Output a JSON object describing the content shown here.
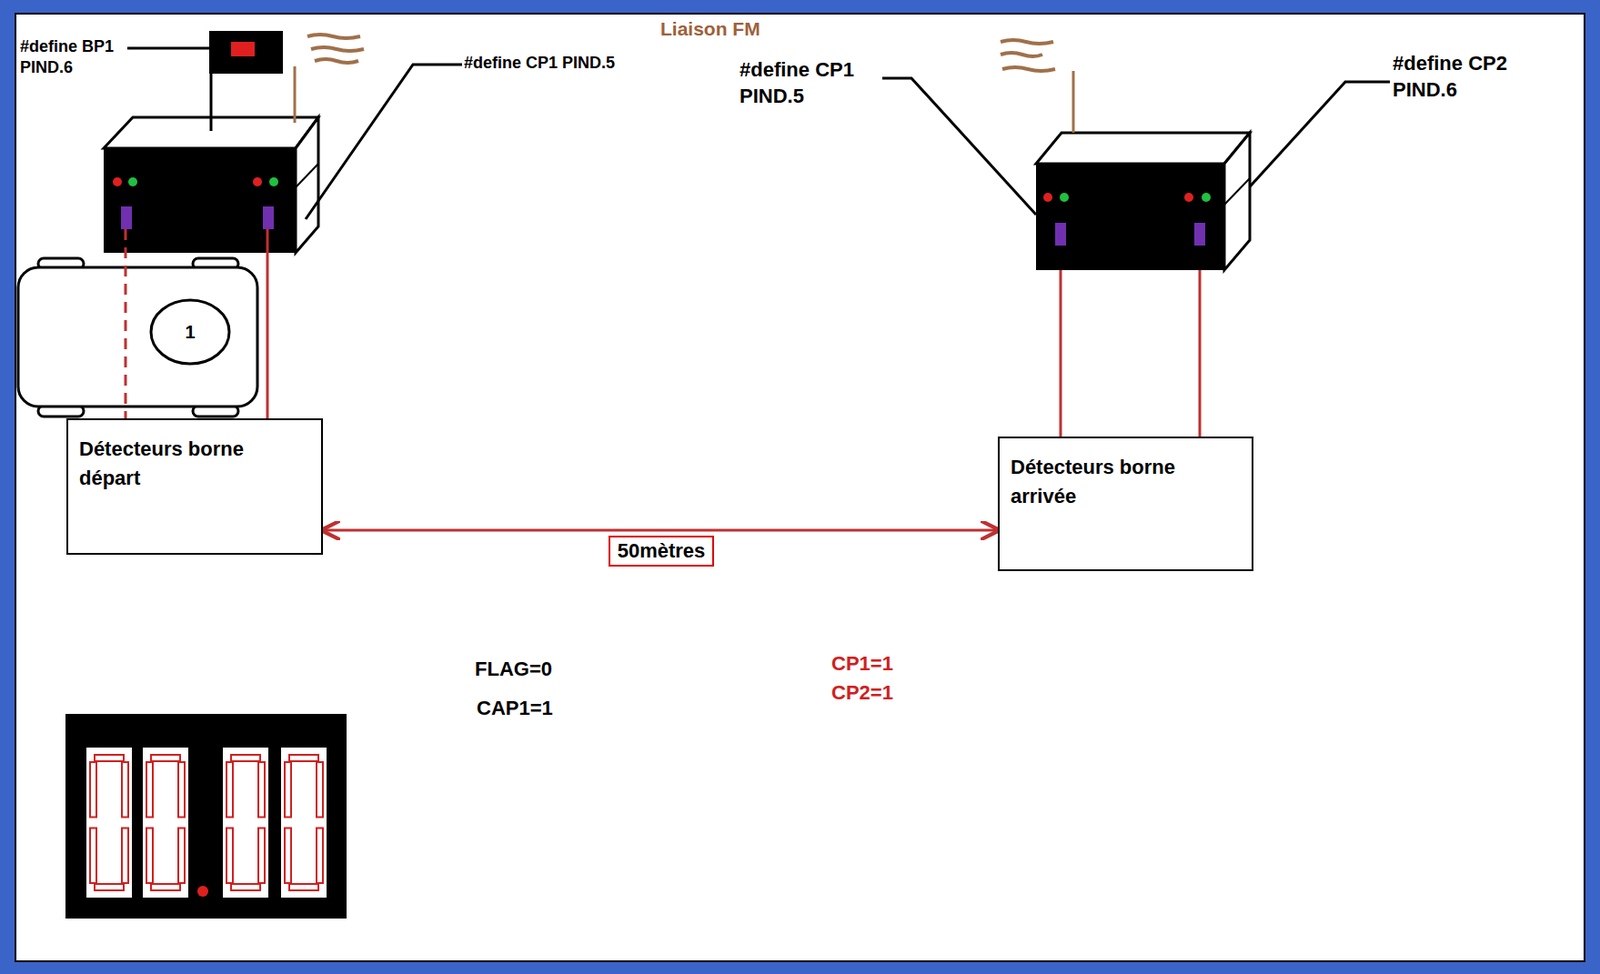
{
  "diagram": {
    "nodes": [
      {
        "text": [
          "1"
        ]
      },
      {
        "text": [
          "Détecteurs borne départ"
        ]
      },
      {
        "text": [
          "Détecteurs borne arrivée"
        ]
      }
    ],
    "edges": [
      {
        "from": 1,
        "to": 2,
        "arrow": "both",
        "label": "50mètres"
      }
    ],
    "labels": [
      "#define BP1 PIND.6",
      "#define CP1 PIND.5",
      "Liaison FM",
      "#define CP1 PIND.5",
      "#define CP2 PIND.6",
      "FLAG=0",
      "CAP1=1",
      "CP1=1",
      "CP2=1"
    ]
  }
}
